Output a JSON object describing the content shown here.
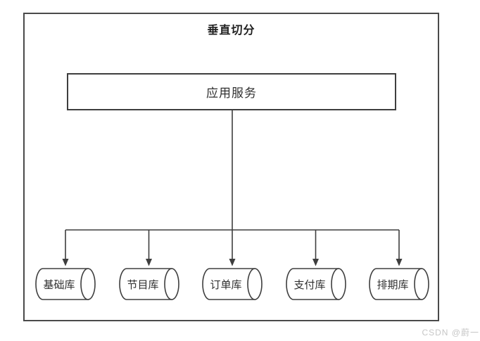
{
  "diagram": {
    "title": "垂直切分",
    "app_service": "应用服务",
    "databases": [
      "基础库",
      "节目库",
      "订单库",
      "支付库",
      "排期库"
    ]
  },
  "watermark": "CSDN @蔚一",
  "colors": {
    "line": "#3e3e3e",
    "text": "#2f2f2f",
    "watermark": "#c6c6c6",
    "background": "#ffffff"
  }
}
